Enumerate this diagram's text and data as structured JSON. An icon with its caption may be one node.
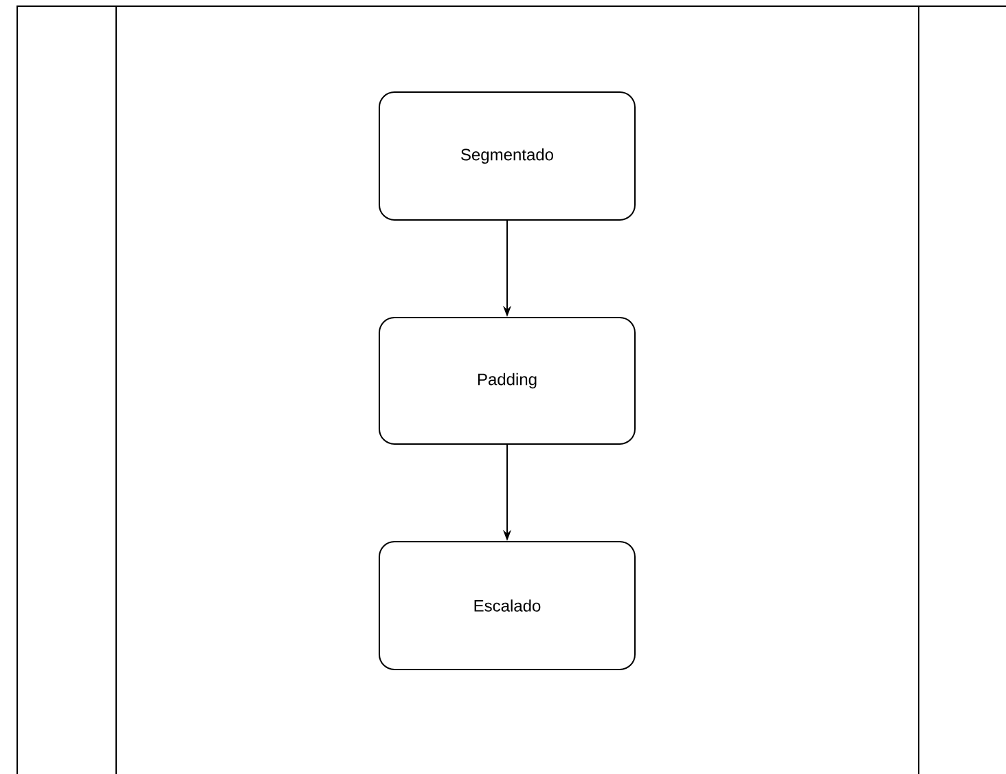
{
  "diagram": {
    "nodes": [
      {
        "text": [
          "Segmentado"
        ]
      },
      {
        "text": [
          "Padding"
        ]
      },
      {
        "text": [
          "Escalado"
        ]
      }
    ],
    "edges": [
      {
        "from": 0,
        "to": 1,
        "arrow": "to"
      },
      {
        "from": 1,
        "to": 2,
        "arrow": "to"
      }
    ]
  }
}
